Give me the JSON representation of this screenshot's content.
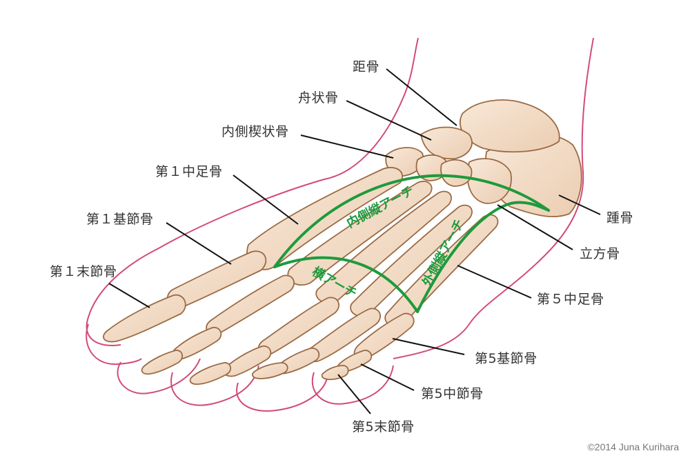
{
  "labels": {
    "talus": "距骨",
    "navicular": "舟状骨",
    "medial_cuneiform": "内側楔状骨",
    "metatarsal_1": "第１中足骨",
    "proximal_phalanx_1": "第１基節骨",
    "distal_phalanx_1": "第１末節骨",
    "calcaneus": "踵骨",
    "cuboid": "立方骨",
    "metatarsal_5": "第５中足骨",
    "proximal_phalanx_5": "第5基節骨",
    "middle_phalanx_5": "第5中節骨",
    "distal_phalanx_5": "第5末節骨"
  },
  "arches": {
    "medial_longitudinal": "内側縦アーチ",
    "lateral_longitudinal": "外側縦アーチ",
    "transverse": "横アーチ"
  },
  "colors": {
    "bone_fill": "#f3dcc6",
    "bone_outline": "#9a6a44",
    "skin_outline": "#d24a78",
    "arch_green": "#1e9a3c",
    "leader_line": "#111111"
  },
  "copyright": "©2014 Juna Kurihara"
}
